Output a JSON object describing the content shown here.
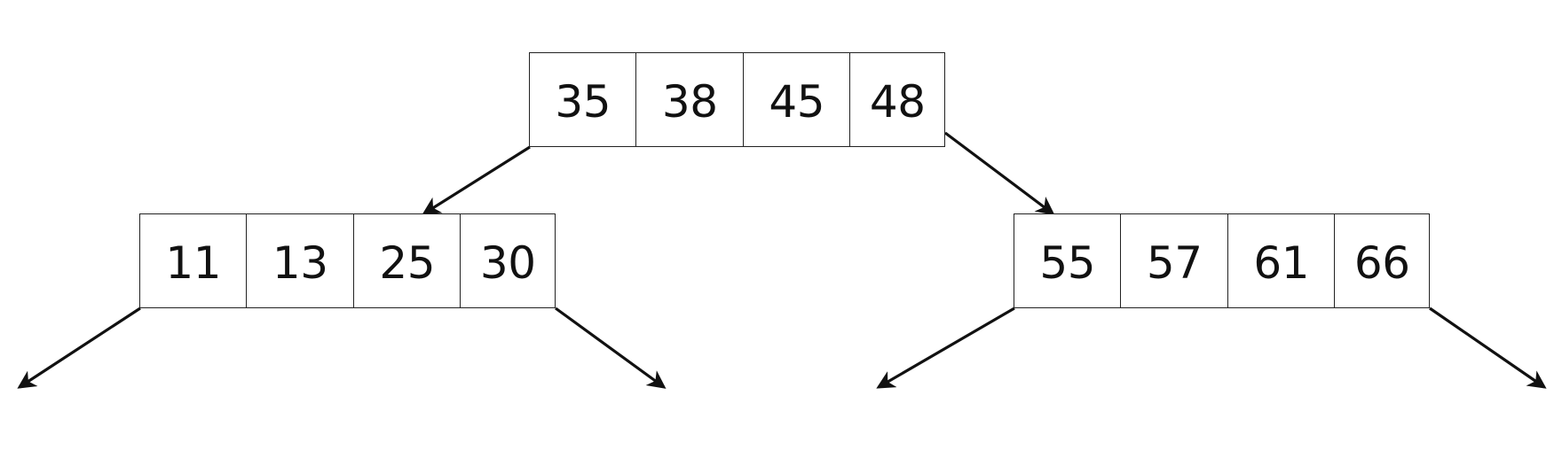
{
  "tree": {
    "root": {
      "keys": [
        "35",
        "38",
        "45",
        "48"
      ]
    },
    "left_child": {
      "keys": [
        "11",
        "13",
        "25",
        "30"
      ]
    },
    "right_child": {
      "keys": [
        "55",
        "57",
        "61",
        "66"
      ]
    }
  },
  "colors": {
    "line": "#111111",
    "background": "#ffffff"
  }
}
